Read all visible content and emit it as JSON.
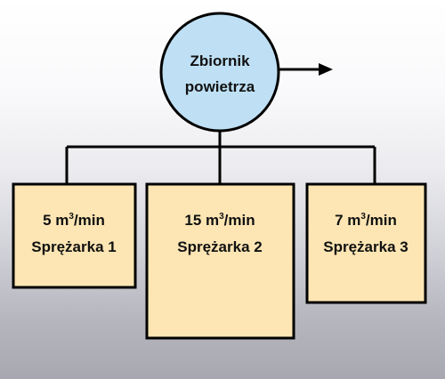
{
  "colors": {
    "tank_fill": "#bfe0f4",
    "box_fill": "#fde6b4",
    "stroke": "#000000"
  },
  "tank": {
    "line1": "Zbiornik",
    "line2": "powietrza"
  },
  "compressors": [
    {
      "flow_value": "5 m",
      "flow_exp": "3",
      "flow_unit": "/min",
      "name": "Sprężarka 1"
    },
    {
      "flow_value": "15 m",
      "flow_exp": "3",
      "flow_unit": "/min",
      "name": "Sprężarka 2"
    },
    {
      "flow_value": "7 m",
      "flow_exp": "3",
      "flow_unit": "/min",
      "name": "Sprężarka 3"
    }
  ]
}
